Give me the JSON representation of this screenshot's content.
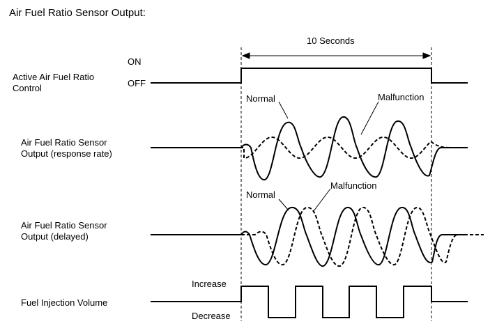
{
  "title": "Air Fuel Ratio Sensor Output:",
  "duration_label": "10 Seconds",
  "rows": {
    "control": {
      "label": "Active Air Fuel Ratio\nControl",
      "on": "ON",
      "off": "OFF"
    },
    "response": {
      "label": "Air Fuel Ratio Sensor\nOutput (response rate)",
      "normal": "Normal",
      "malfunction": "Malfunction"
    },
    "delayed": {
      "label": "Air Fuel Ratio Sensor\nOutput (delayed)",
      "normal": "Normal",
      "malfunction": "Malfunction"
    },
    "injection": {
      "label": "Fuel Injection Volume",
      "increase": "Increase",
      "decrease": "Decrease"
    }
  },
  "colors": {
    "line": "#000000",
    "background": "#ffffff"
  }
}
